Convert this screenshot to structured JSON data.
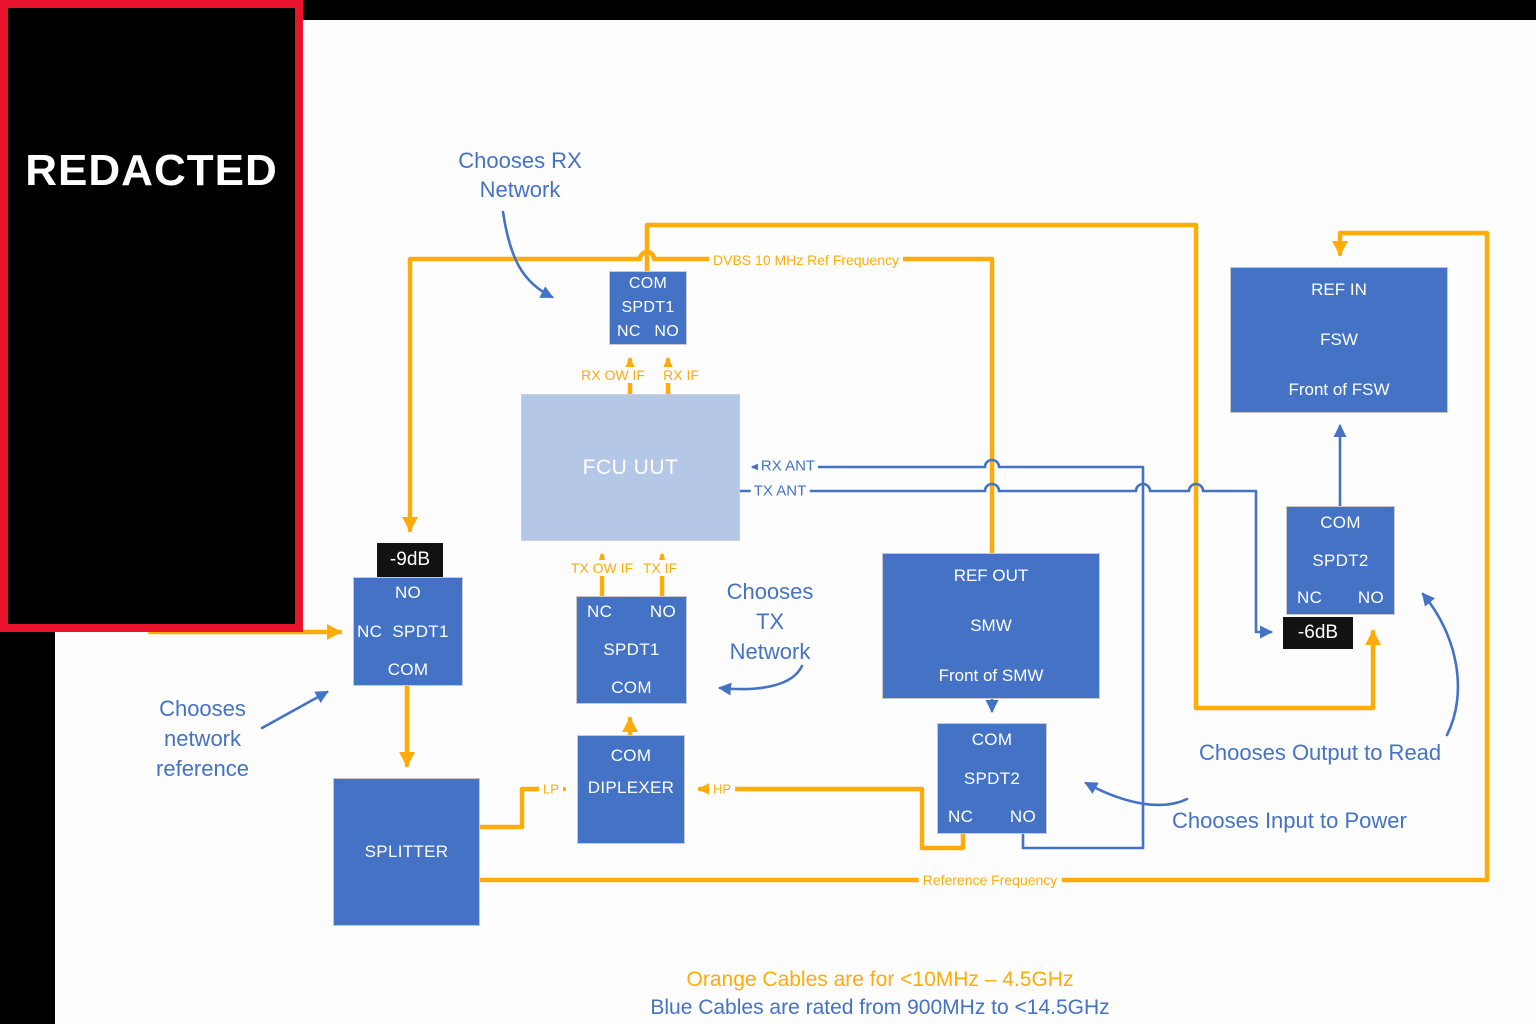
{
  "redacted_label": "REDACTED",
  "colors": {
    "box_blue": "#4472C4",
    "fcu_light_blue": "#B4C7E7",
    "cable_orange": "#FFAB0A",
    "cable_blue": "#4472C4",
    "redaction_red": "#E9132B",
    "attenuator_black": "#121212"
  },
  "boxes": {
    "rx_spdt1": {
      "com": "COM",
      "title": "SPDT1",
      "nc": "NC",
      "no": "NO"
    },
    "fcu": {
      "title": "FCU UUT"
    },
    "ref_spdt1": {
      "no": "NO",
      "nc": "NC",
      "title": "SPDT1",
      "com": "COM"
    },
    "attn9": {
      "label": "-9dB"
    },
    "splitter": {
      "title": "SPLITTER"
    },
    "tx_spdt1": {
      "nc": "NC",
      "no": "NO",
      "title": "SPDT1",
      "com": "COM"
    },
    "diplexer": {
      "com": "COM",
      "title": "DIPLEXER"
    },
    "smw": {
      "port": "REF OUT",
      "title": "SMW",
      "subtitle": "Front of SMW"
    },
    "pwr_spdt2": {
      "com": "COM",
      "title": "SPDT2",
      "nc": "NC",
      "no": "NO"
    },
    "fsw": {
      "port": "REF IN",
      "title": "FSW",
      "subtitle": "Front of FSW"
    },
    "out_spdt2": {
      "com": "COM",
      "title": "SPDT2",
      "nc": "NC",
      "no": "NO"
    },
    "attn6": {
      "label": "-6dB"
    }
  },
  "cable_labels": {
    "dvbs": "DVBS 10 MHz Ref Frequency",
    "ref_freq": "Reference Frequency",
    "rx_ow_if": "RX OW IF",
    "rx_if": "RX IF",
    "tx_ow_if": "TX OW IF",
    "tx_if": "TX IF",
    "rx_ant": "RX ANT",
    "tx_ant": "TX ANT",
    "lp": "LP",
    "hp": "HP"
  },
  "annotations": {
    "rx_line1": "Chooses RX",
    "rx_line2": "Network",
    "tx_line1": "Chooses",
    "tx_line2": "TX",
    "tx_line3": "Network",
    "netref_line1": "Chooses",
    "netref_line2": "network",
    "netref_line3": "reference",
    "output": "Chooses Output to Read",
    "input": "Chooses Input to Power"
  },
  "notes": {
    "orange": "Orange Cables are for  <10MHz – 4.5GHz",
    "blue": "Blue Cables are rated from 900MHz to <14.5GHz"
  }
}
